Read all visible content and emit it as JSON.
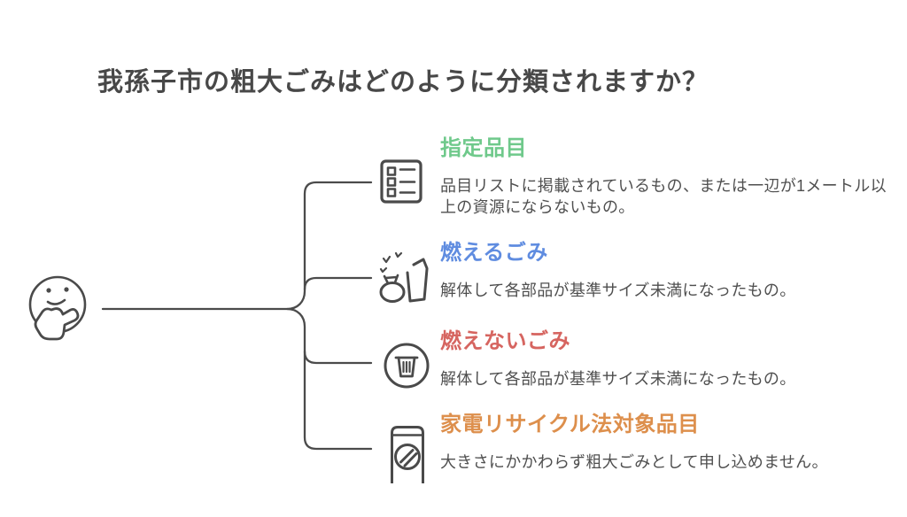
{
  "title": "我孫子市の粗大ごみはどのように分類されますか？",
  "subject_icon": "thinking-face-icon",
  "colors": {
    "title_text": "#484848",
    "body_text": "#4f4f4f",
    "connector_line": "#4b4b4b",
    "icon_stroke": "#4a4a4a"
  },
  "items": [
    {
      "label": "指定品目",
      "color": "#6fc98b",
      "icon": "checklist-icon",
      "description": "品目リストに掲載されているもの、または一辺が1メートル以上の資源にならないもの。"
    },
    {
      "label": "燃えるごみ",
      "color": "#5f8ce0",
      "icon": "garbage-bag-and-bin-icon",
      "description": "解体して各部品が基準サイズ未満になったもの。"
    },
    {
      "label": "燃えないごみ",
      "color": "#d66560",
      "icon": "trash-bin-circle-icon",
      "description": "解体して各部品が基準サイズ未満になったもの。"
    },
    {
      "label": "家電リサイクル法対象品目",
      "color": "#dd8f4c",
      "icon": "phone-prohibited-icon",
      "description": "大きさにかかわらず粗大ごみとして申し込めません。"
    }
  ]
}
